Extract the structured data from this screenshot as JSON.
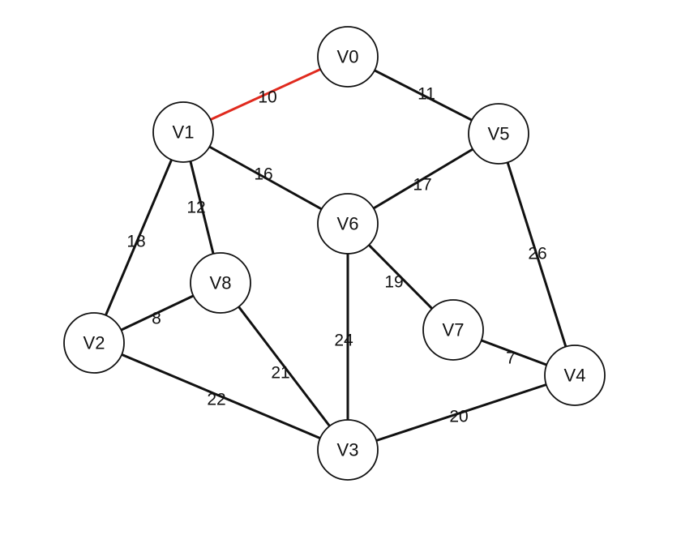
{
  "colors": {
    "highlight": "#e02a1e",
    "edge": "#111111"
  },
  "nodes": [
    {
      "id": "V0",
      "label": "V0"
    },
    {
      "id": "V1",
      "label": "V1"
    },
    {
      "id": "V2",
      "label": "V2"
    },
    {
      "id": "V3",
      "label": "V3"
    },
    {
      "id": "V4",
      "label": "V4"
    },
    {
      "id": "V5",
      "label": "V5"
    },
    {
      "id": "V6",
      "label": "V6"
    },
    {
      "id": "V7",
      "label": "V7"
    },
    {
      "id": "V8",
      "label": "V8"
    }
  ],
  "edges": [
    {
      "from": "V0",
      "to": "V1",
      "weight": "10",
      "highlighted": true
    },
    {
      "from": "V0",
      "to": "V5",
      "weight": "11",
      "highlighted": false
    },
    {
      "from": "V1",
      "to": "V6",
      "weight": "16",
      "highlighted": false
    },
    {
      "from": "V1",
      "to": "V8",
      "weight": "12",
      "highlighted": false
    },
    {
      "from": "V1",
      "to": "V2",
      "weight": "18",
      "highlighted": false
    },
    {
      "from": "V5",
      "to": "V6",
      "weight": "17",
      "highlighted": false
    },
    {
      "from": "V5",
      "to": "V4",
      "weight": "26",
      "highlighted": false
    },
    {
      "from": "V6",
      "to": "V7",
      "weight": "19",
      "highlighted": false
    },
    {
      "from": "V6",
      "to": "V3",
      "weight": "24",
      "highlighted": false
    },
    {
      "from": "V8",
      "to": "V2",
      "weight": "8",
      "highlighted": false
    },
    {
      "from": "V8",
      "to": "V3",
      "weight": "21",
      "highlighted": false
    },
    {
      "from": "V2",
      "to": "V3",
      "weight": "22",
      "highlighted": false
    },
    {
      "from": "V7",
      "to": "V4",
      "weight": "7",
      "highlighted": false
    },
    {
      "from": "V4",
      "to": "V3",
      "weight": "20",
      "highlighted": false
    }
  ]
}
